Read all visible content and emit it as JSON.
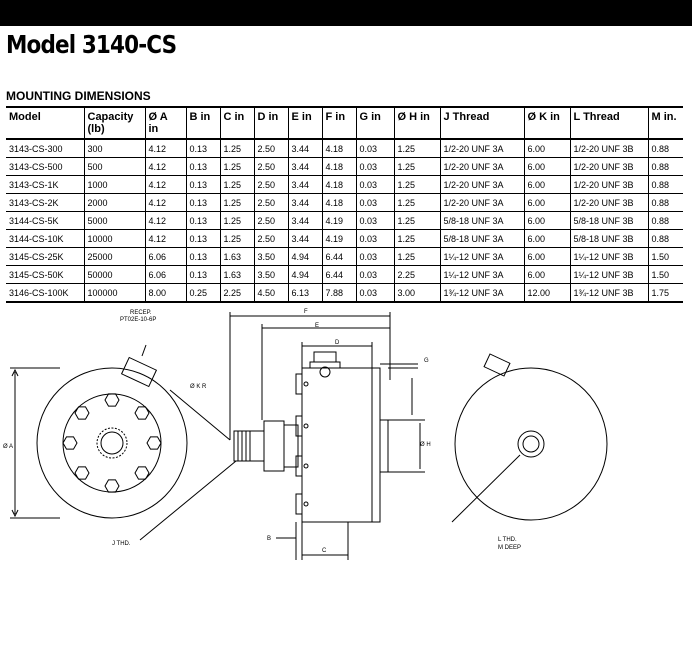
{
  "title": "Model 3140-CS",
  "section_heading": "MOUNTING DIMENSIONS",
  "table": {
    "headers": [
      "Model",
      "Capacity\n(lb)",
      "Ø A\nin",
      "B in",
      "C in",
      "D in",
      "E in",
      "F in",
      "G in",
      "Ø H in",
      "J Thread",
      "Ø K in",
      "L Thread",
      "M in."
    ],
    "rows": [
      [
        "3143-CS-300",
        "300",
        "4.12",
        "0.13",
        "1.25",
        "2.50",
        "3.44",
        "4.18",
        "0.03",
        "1.25",
        "1/2-20 UNF 3A",
        "6.00",
        "1/2-20 UNF 3B",
        "0.88"
      ],
      [
        "3143-CS-500",
        "500",
        "4.12",
        "0.13",
        "1.25",
        "2.50",
        "3.44",
        "4.18",
        "0.03",
        "1.25",
        "1/2-20 UNF 3A",
        "6.00",
        "1/2-20 UNF 3B",
        "0.88"
      ],
      [
        "3143-CS-1K",
        "1000",
        "4.12",
        "0.13",
        "1.25",
        "2.50",
        "3.44",
        "4.18",
        "0.03",
        "1.25",
        "1/2-20 UNF 3A",
        "6.00",
        "1/2-20 UNF 3B",
        "0.88"
      ],
      [
        "3143-CS-2K",
        "2000",
        "4.12",
        "0.13",
        "1.25",
        "2.50",
        "3.44",
        "4.18",
        "0.03",
        "1.25",
        "1/2-20 UNF 3A",
        "6.00",
        "1/2-20 UNF 3B",
        "0.88"
      ],
      [
        "3144-CS-5K",
        "5000",
        "4.12",
        "0.13",
        "1.25",
        "2.50",
        "3.44",
        "4.19",
        "0.03",
        "1.25",
        "5/8-18 UNF 3A",
        "6.00",
        "5/8-18 UNF 3B",
        "0.88"
      ],
      [
        "3144-CS-10K",
        "10000",
        "4.12",
        "0.13",
        "1.25",
        "2.50",
        "3.44",
        "4.19",
        "0.03",
        "1.25",
        "5/8-18 UNF 3A",
        "6.00",
        "5/8-18 UNF 3B",
        "0.88"
      ],
      [
        "3145-CS-25K",
        "25000",
        "6.06",
        "0.13",
        "1.63",
        "3.50",
        "4.94",
        "6.44",
        "0.03",
        "1.25",
        "1¼-12 UNF 3A",
        "6.00",
        "1¼-12 UNF 3B",
        "1.50"
      ],
      [
        "3145-CS-50K",
        "50000",
        "6.06",
        "0.13",
        "1.63",
        "3.50",
        "4.94",
        "6.44",
        "0.03",
        "2.25",
        "1¼-12 UNF 3A",
        "6.00",
        "1¼-12 UNF 3B",
        "1.50"
      ],
      [
        "3146-CS-100K",
        "100000",
        "8.00",
        "0.25",
        "2.25",
        "4.50",
        "6.13",
        "7.88",
        "0.03",
        "3.00",
        "1¾-12 UNF 3A",
        "12.00",
        "1¾-12 UNF 3B",
        "1.75"
      ]
    ]
  },
  "drawing": {
    "labels": {
      "recep": "RECEP.",
      "recep_part": "PT02E-10-6P",
      "k_radius": "Ø K R",
      "a_dia": "Ø A",
      "j_thread": "J THD.",
      "f": "F",
      "e": "E",
      "d": "D",
      "g": "G",
      "h_dia": "Ø H",
      "b": "B",
      "c": "C",
      "l_thread": "L THD.",
      "m_deep": "M DEEP"
    }
  }
}
